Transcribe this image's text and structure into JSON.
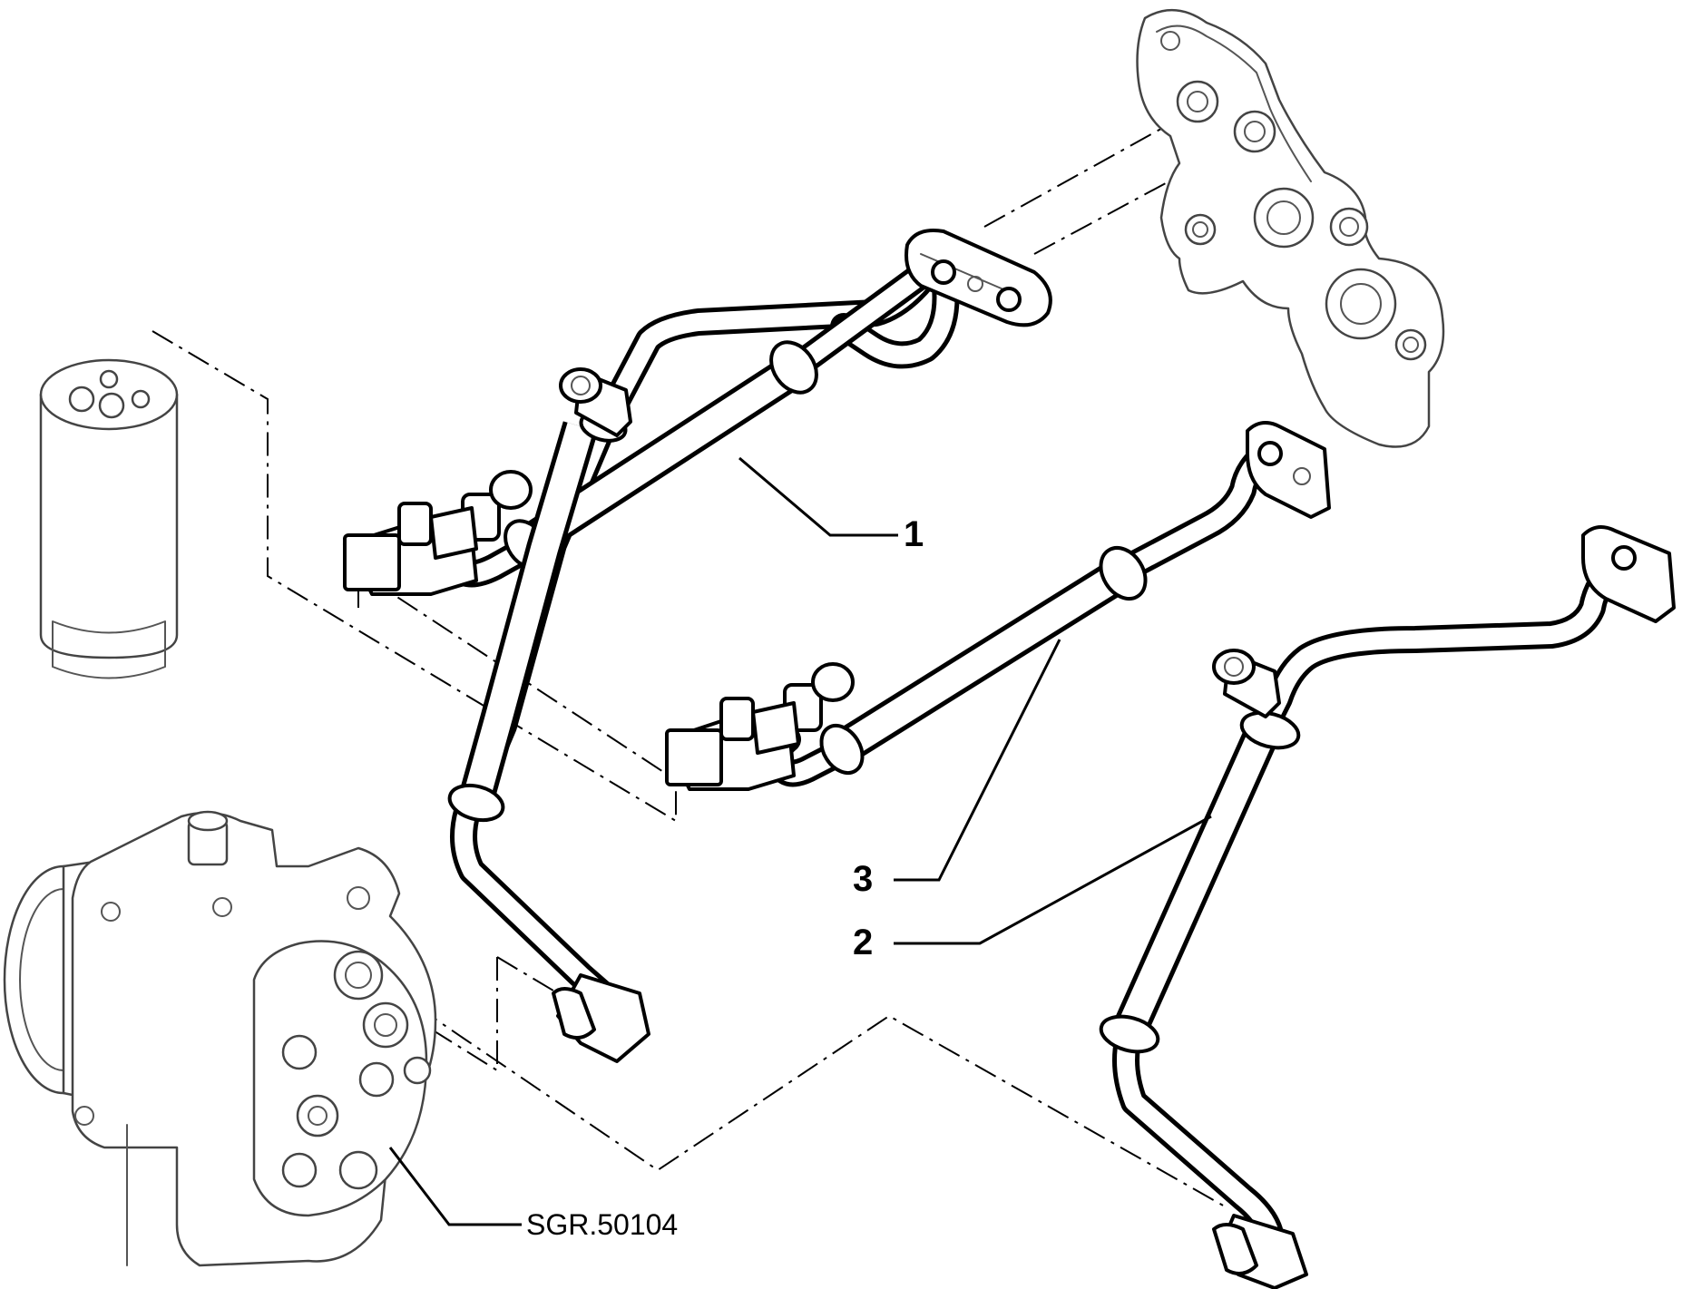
{
  "diagram": {
    "callouts": [
      {
        "label": "1"
      },
      {
        "label": "3"
      },
      {
        "label": "2"
      },
      {
        "label": "SGR.50104"
      }
    ]
  }
}
